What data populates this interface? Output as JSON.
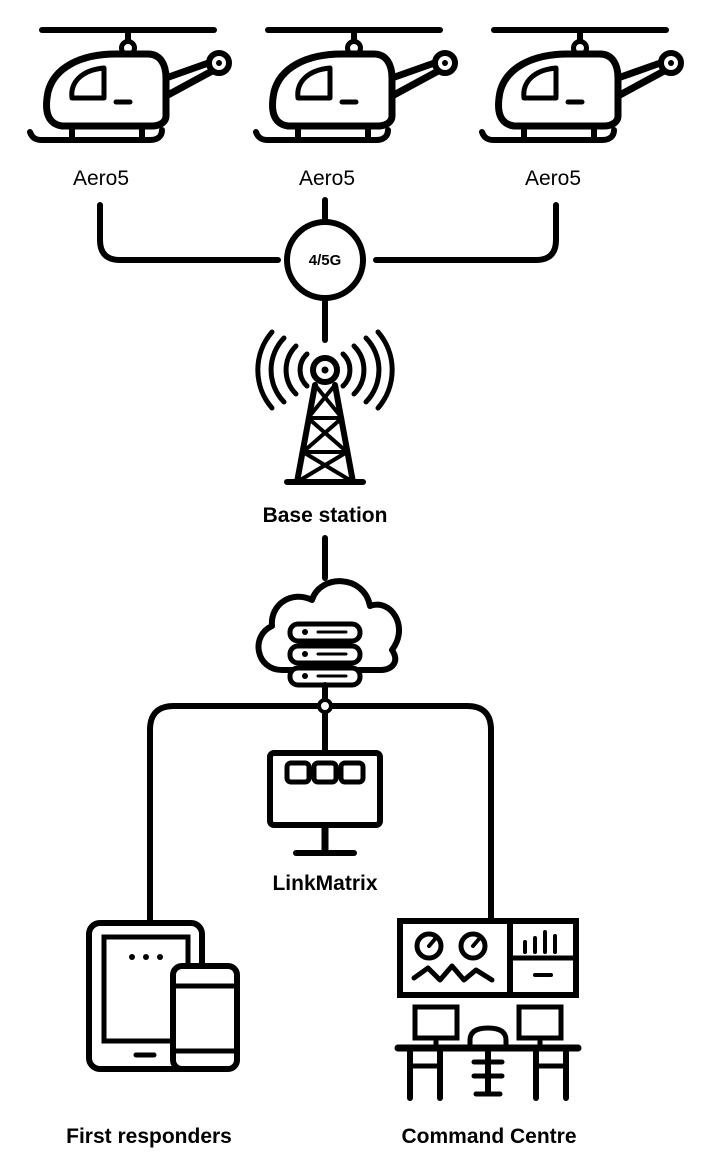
{
  "helicopters": [
    {
      "label": "Aero5"
    },
    {
      "label": "Aero5"
    },
    {
      "label": "Aero5"
    }
  ],
  "network": {
    "label": "4/5G"
  },
  "base_station": {
    "label": "Base station"
  },
  "link_matrix": {
    "label": "LinkMatrix"
  },
  "first_responders": {
    "label": "First responders"
  },
  "command_centre": {
    "label": "Command Centre"
  },
  "colors": {
    "stroke": "#000000",
    "background": "#ffffff"
  }
}
